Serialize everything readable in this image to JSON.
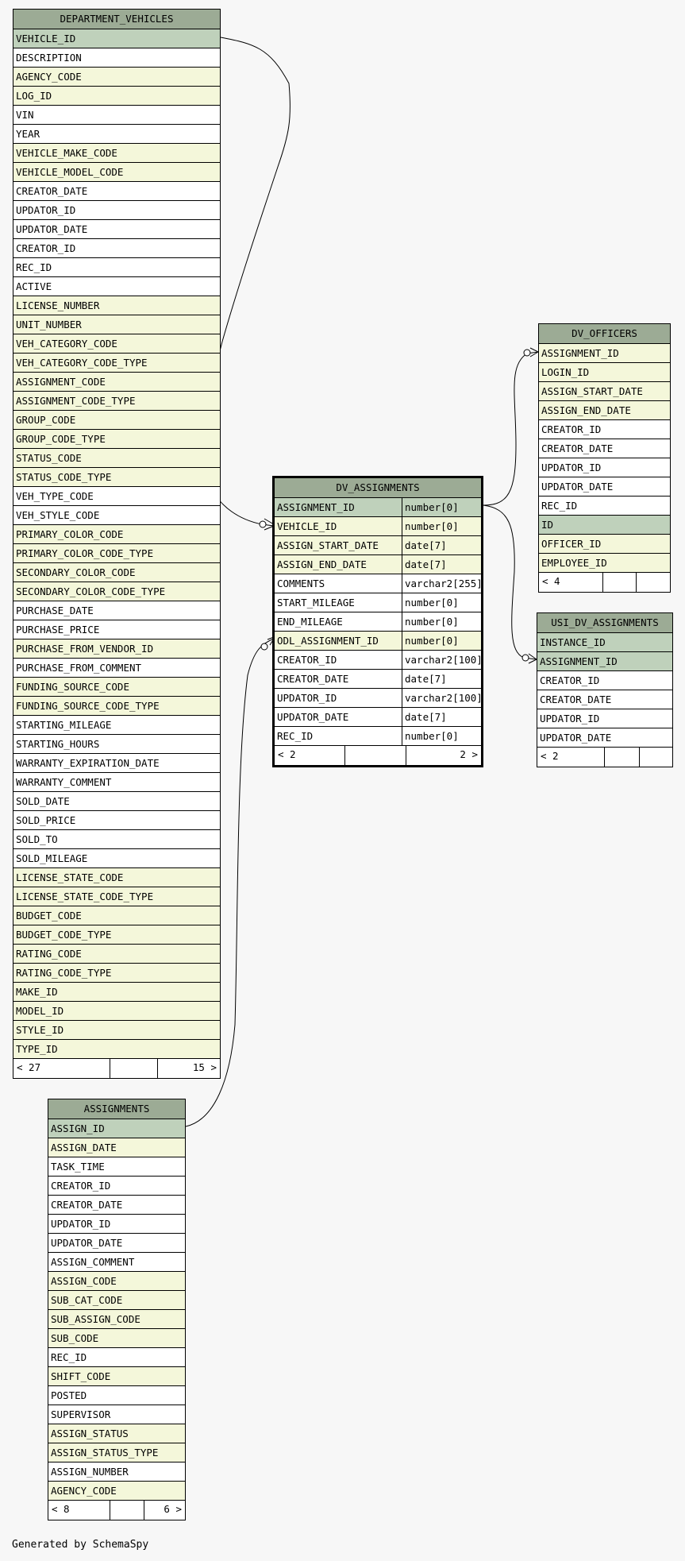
{
  "tables": {
    "department_vehicles": {
      "name": "DEPARTMENT_VEHICLES",
      "columns": [
        {
          "name": "VEHICLE_ID",
          "kind": "pk"
        },
        {
          "name": "DESCRIPTION",
          "kind": "plain"
        },
        {
          "name": "AGENCY_CODE",
          "kind": "fk"
        },
        {
          "name": "LOG_ID",
          "kind": "fk"
        },
        {
          "name": "VIN",
          "kind": "plain"
        },
        {
          "name": "YEAR",
          "kind": "plain"
        },
        {
          "name": "VEHICLE_MAKE_CODE",
          "kind": "fk"
        },
        {
          "name": "VEHICLE_MODEL_CODE",
          "kind": "fk"
        },
        {
          "name": "CREATOR_DATE",
          "kind": "plain"
        },
        {
          "name": "UPDATOR_ID",
          "kind": "plain"
        },
        {
          "name": "UPDATOR_DATE",
          "kind": "plain"
        },
        {
          "name": "CREATOR_ID",
          "kind": "plain"
        },
        {
          "name": "REC_ID",
          "kind": "plain"
        },
        {
          "name": "ACTIVE",
          "kind": "plain"
        },
        {
          "name": "LICENSE_NUMBER",
          "kind": "fk"
        },
        {
          "name": "UNIT_NUMBER",
          "kind": "fk"
        },
        {
          "name": "VEH_CATEGORY_CODE",
          "kind": "fk"
        },
        {
          "name": "VEH_CATEGORY_CODE_TYPE",
          "kind": "fk"
        },
        {
          "name": "ASSIGNMENT_CODE",
          "kind": "fk"
        },
        {
          "name": "ASSIGNMENT_CODE_TYPE",
          "kind": "fk"
        },
        {
          "name": "GROUP_CODE",
          "kind": "fk"
        },
        {
          "name": "GROUP_CODE_TYPE",
          "kind": "fk"
        },
        {
          "name": "STATUS_CODE",
          "kind": "fk"
        },
        {
          "name": "STATUS_CODE_TYPE",
          "kind": "fk"
        },
        {
          "name": "VEH_TYPE_CODE",
          "kind": "plain"
        },
        {
          "name": "VEH_STYLE_CODE",
          "kind": "plain"
        },
        {
          "name": "PRIMARY_COLOR_CODE",
          "kind": "fk"
        },
        {
          "name": "PRIMARY_COLOR_CODE_TYPE",
          "kind": "fk"
        },
        {
          "name": "SECONDARY_COLOR_CODE",
          "kind": "fk"
        },
        {
          "name": "SECONDARY_COLOR_CODE_TYPE",
          "kind": "fk"
        },
        {
          "name": "PURCHASE_DATE",
          "kind": "plain"
        },
        {
          "name": "PURCHASE_PRICE",
          "kind": "plain"
        },
        {
          "name": "PURCHASE_FROM_VENDOR_ID",
          "kind": "fk"
        },
        {
          "name": "PURCHASE_FROM_COMMENT",
          "kind": "plain"
        },
        {
          "name": "FUNDING_SOURCE_CODE",
          "kind": "fk"
        },
        {
          "name": "FUNDING_SOURCE_CODE_TYPE",
          "kind": "fk"
        },
        {
          "name": "STARTING_MILEAGE",
          "kind": "plain"
        },
        {
          "name": "STARTING_HOURS",
          "kind": "plain"
        },
        {
          "name": "WARRANTY_EXPIRATION_DATE",
          "kind": "plain"
        },
        {
          "name": "WARRANTY_COMMENT",
          "kind": "plain"
        },
        {
          "name": "SOLD_DATE",
          "kind": "plain"
        },
        {
          "name": "SOLD_PRICE",
          "kind": "plain"
        },
        {
          "name": "SOLD_TO",
          "kind": "plain"
        },
        {
          "name": "SOLD_MILEAGE",
          "kind": "plain"
        },
        {
          "name": "LICENSE_STATE_CODE",
          "kind": "fk"
        },
        {
          "name": "LICENSE_STATE_CODE_TYPE",
          "kind": "fk"
        },
        {
          "name": "BUDGET_CODE",
          "kind": "fk"
        },
        {
          "name": "BUDGET_CODE_TYPE",
          "kind": "fk"
        },
        {
          "name": "RATING_CODE",
          "kind": "fk"
        },
        {
          "name": "RATING_CODE_TYPE",
          "kind": "fk"
        },
        {
          "name": "MAKE_ID",
          "kind": "fk"
        },
        {
          "name": "MODEL_ID",
          "kind": "fk"
        },
        {
          "name": "STYLE_ID",
          "kind": "fk"
        },
        {
          "name": "TYPE_ID",
          "kind": "fk"
        }
      ],
      "footer": {
        "left": "< 27",
        "mid": "",
        "right": "15 >"
      }
    },
    "dv_assignments": {
      "name": "DV_ASSIGNMENTS",
      "columns": [
        {
          "name": "ASSIGNMENT_ID",
          "type": "number[0]",
          "kind": "pk"
        },
        {
          "name": "VEHICLE_ID",
          "type": "number[0]",
          "kind": "fk"
        },
        {
          "name": "ASSIGN_START_DATE",
          "type": "date[7]",
          "kind": "fk"
        },
        {
          "name": "ASSIGN_END_DATE",
          "type": "date[7]",
          "kind": "fk"
        },
        {
          "name": "COMMENTS",
          "type": "varchar2[255]",
          "kind": "plain"
        },
        {
          "name": "START_MILEAGE",
          "type": "number[0]",
          "kind": "plain"
        },
        {
          "name": "END_MILEAGE",
          "type": "number[0]",
          "kind": "plain"
        },
        {
          "name": "ODL_ASSIGNMENT_ID",
          "type": "number[0]",
          "kind": "fk"
        },
        {
          "name": "CREATOR_ID",
          "type": "varchar2[100]",
          "kind": "plain"
        },
        {
          "name": "CREATOR_DATE",
          "type": "date[7]",
          "kind": "plain"
        },
        {
          "name": "UPDATOR_ID",
          "type": "varchar2[100]",
          "kind": "plain"
        },
        {
          "name": "UPDATOR_DATE",
          "type": "date[7]",
          "kind": "plain"
        },
        {
          "name": "REC_ID",
          "type": "number[0]",
          "kind": "plain"
        }
      ],
      "footer": {
        "left": "< 2",
        "mid": "",
        "right": "2 >"
      }
    },
    "dv_officers": {
      "name": "DV_OFFICERS",
      "columns": [
        {
          "name": "ASSIGNMENT_ID",
          "kind": "fk"
        },
        {
          "name": "LOGIN_ID",
          "kind": "fk"
        },
        {
          "name": "ASSIGN_START_DATE",
          "kind": "fk"
        },
        {
          "name": "ASSIGN_END_DATE",
          "kind": "fk"
        },
        {
          "name": "CREATOR_ID",
          "kind": "plain"
        },
        {
          "name": "CREATOR_DATE",
          "kind": "plain"
        },
        {
          "name": "UPDATOR_ID",
          "kind": "plain"
        },
        {
          "name": "UPDATOR_DATE",
          "kind": "plain"
        },
        {
          "name": "REC_ID",
          "kind": "plain"
        },
        {
          "name": "ID",
          "kind": "pk"
        },
        {
          "name": "OFFICER_ID",
          "kind": "fk"
        },
        {
          "name": "EMPLOYEE_ID",
          "kind": "fk"
        }
      ],
      "footer": {
        "left": "< 4",
        "mid": "",
        "right": ""
      }
    },
    "usi_dv_assignments": {
      "name": "USI_DV_ASSIGNMENTS",
      "columns": [
        {
          "name": "INSTANCE_ID",
          "kind": "pk"
        },
        {
          "name": "ASSIGNMENT_ID",
          "kind": "pk"
        },
        {
          "name": "CREATOR_ID",
          "kind": "plain"
        },
        {
          "name": "CREATOR_DATE",
          "kind": "plain"
        },
        {
          "name": "UPDATOR_ID",
          "kind": "plain"
        },
        {
          "name": "UPDATOR_DATE",
          "kind": "plain"
        }
      ],
      "footer": {
        "left": "< 2",
        "mid": "",
        "right": ""
      }
    },
    "assignments": {
      "name": "ASSIGNMENTS",
      "columns": [
        {
          "name": "ASSIGN_ID",
          "kind": "pk"
        },
        {
          "name": "ASSIGN_DATE",
          "kind": "fk"
        },
        {
          "name": "TASK_TIME",
          "kind": "plain"
        },
        {
          "name": "CREATOR_ID",
          "kind": "plain"
        },
        {
          "name": "CREATOR_DATE",
          "kind": "plain"
        },
        {
          "name": "UPDATOR_ID",
          "kind": "plain"
        },
        {
          "name": "UPDATOR_DATE",
          "kind": "plain"
        },
        {
          "name": "ASSIGN_COMMENT",
          "kind": "plain"
        },
        {
          "name": "ASSIGN_CODE",
          "kind": "fk"
        },
        {
          "name": "SUB_CAT_CODE",
          "kind": "fk"
        },
        {
          "name": "SUB_ASSIGN_CODE",
          "kind": "fk"
        },
        {
          "name": "SUB_CODE",
          "kind": "fk"
        },
        {
          "name": "REC_ID",
          "kind": "plain"
        },
        {
          "name": "SHIFT_CODE",
          "kind": "fk"
        },
        {
          "name": "POSTED",
          "kind": "plain"
        },
        {
          "name": "SUPERVISOR",
          "kind": "plain"
        },
        {
          "name": "ASSIGN_STATUS",
          "kind": "fk"
        },
        {
          "name": "ASSIGN_STATUS_TYPE",
          "kind": "fk"
        },
        {
          "name": "ASSIGN_NUMBER",
          "kind": "plain"
        },
        {
          "name": "AGENCY_CODE",
          "kind": "fk"
        }
      ],
      "footer": {
        "left": "< 8",
        "mid": "",
        "right": "6 >"
      }
    }
  },
  "generated_by": "Generated by SchemaSpy",
  "colors": {
    "header": "#9cab95",
    "primary_key": "#bfd1bb",
    "foreign_key": "#f4f7da",
    "plain": "#ffffff",
    "background": "#f7f7f7"
  }
}
